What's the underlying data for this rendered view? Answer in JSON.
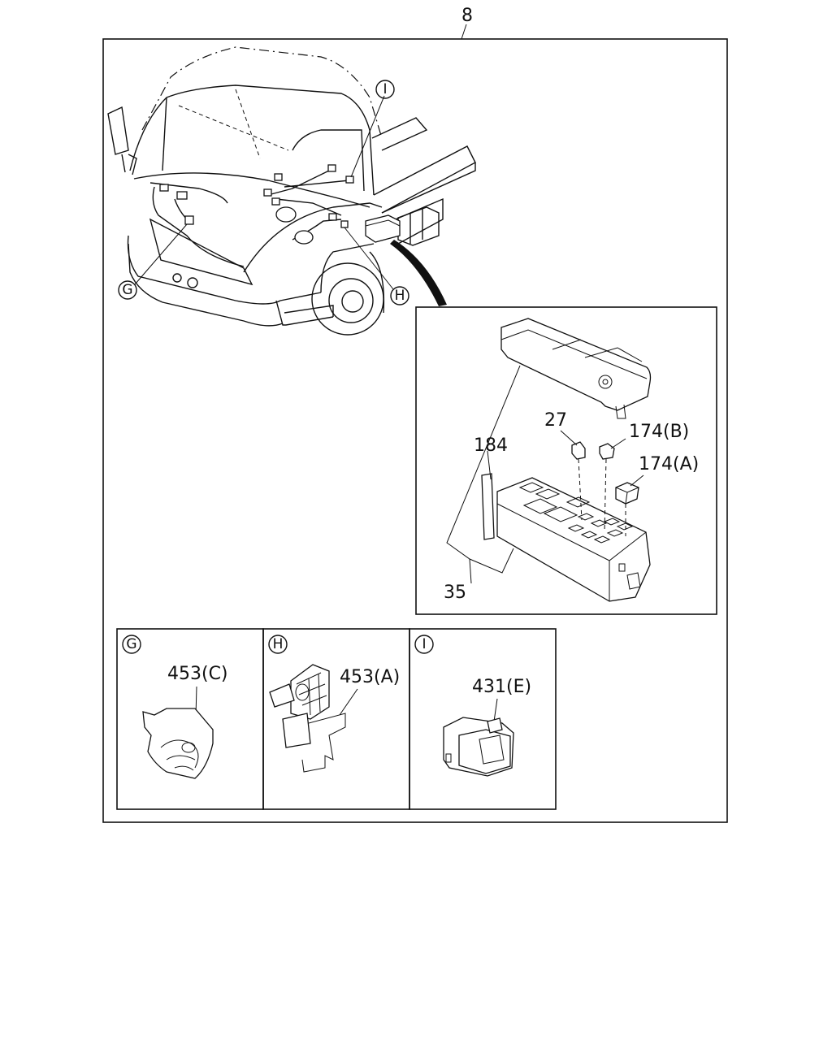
{
  "assembly": {
    "number": "8"
  },
  "views": {
    "G": {
      "marker": "G",
      "part": "453(C)"
    },
    "H": {
      "marker": "H",
      "part": "453(A)"
    },
    "I": {
      "marker": "I",
      "part": "431(E)"
    }
  },
  "fuse_box": {
    "labels": {
      "p184": "184",
      "p27": "27",
      "p174b": "174(B)",
      "p174a": "174(A)",
      "p35": "35"
    }
  }
}
